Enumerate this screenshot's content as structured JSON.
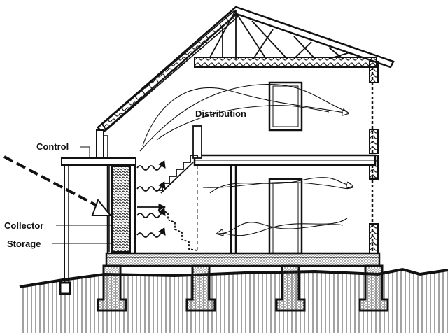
{
  "labels": {
    "distribution": "Distribution",
    "control": "Control",
    "collector": "Collector",
    "storage": "Storage"
  },
  "colors": {
    "ink": "#111111",
    "paper": "#ffffff",
    "hatch": "#555555"
  },
  "icons": {
    "sun_rays": "dashed-diagonal-arrow-icon",
    "airflow": "wavy-arrow-icon"
  }
}
